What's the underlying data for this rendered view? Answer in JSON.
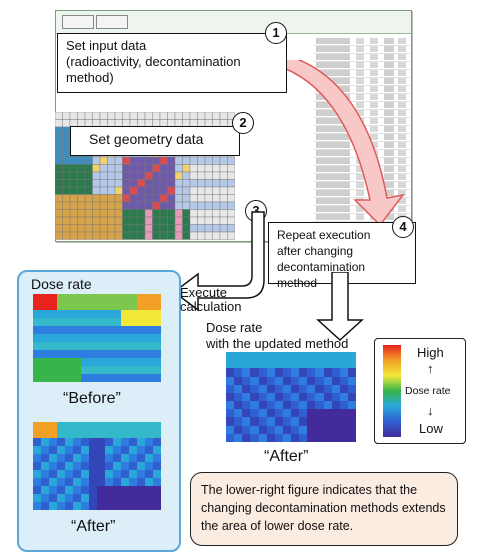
{
  "steps": {
    "step1": {
      "number": "1",
      "text_lines": [
        "Set input data",
        "(radioactivity, decontamination",
        "method)"
      ]
    },
    "step2": {
      "number": "2",
      "text": "Set geometry data"
    },
    "step3": {
      "number": "3",
      "text_lines": [
        "Execute",
        "calculation"
      ]
    },
    "step4": {
      "number": "4",
      "text_lines": [
        "Repeat execution",
        "after changing",
        "decontamination method"
      ]
    }
  },
  "left_panel": {
    "title": "Dose rate",
    "before_label": "“Before”",
    "after_label": "“After”"
  },
  "updated": {
    "caption_lines": [
      "Dose rate",
      "with the updated method"
    ],
    "after_label": "“After”"
  },
  "legend": {
    "high": "High",
    "up_arrow": "↑",
    "mid": "Dose rate",
    "down_arrow": "↓",
    "low": "Low",
    "colors": [
      "#e8231e",
      "#f2a126",
      "#f3e83a",
      "#38b54a",
      "#2aa7d9",
      "#2f5fd0",
      "#432b9b"
    ]
  },
  "note": {
    "text": "The lower-right figure indicates that the changing decontamination methods extends the area of lower dose rate."
  },
  "colors": {
    "panel_border": "#5aa8d8",
    "panel_fill": "#dceef8",
    "arrow_fill": "#f8c8c8",
    "note_fill": "#fbece2"
  }
}
